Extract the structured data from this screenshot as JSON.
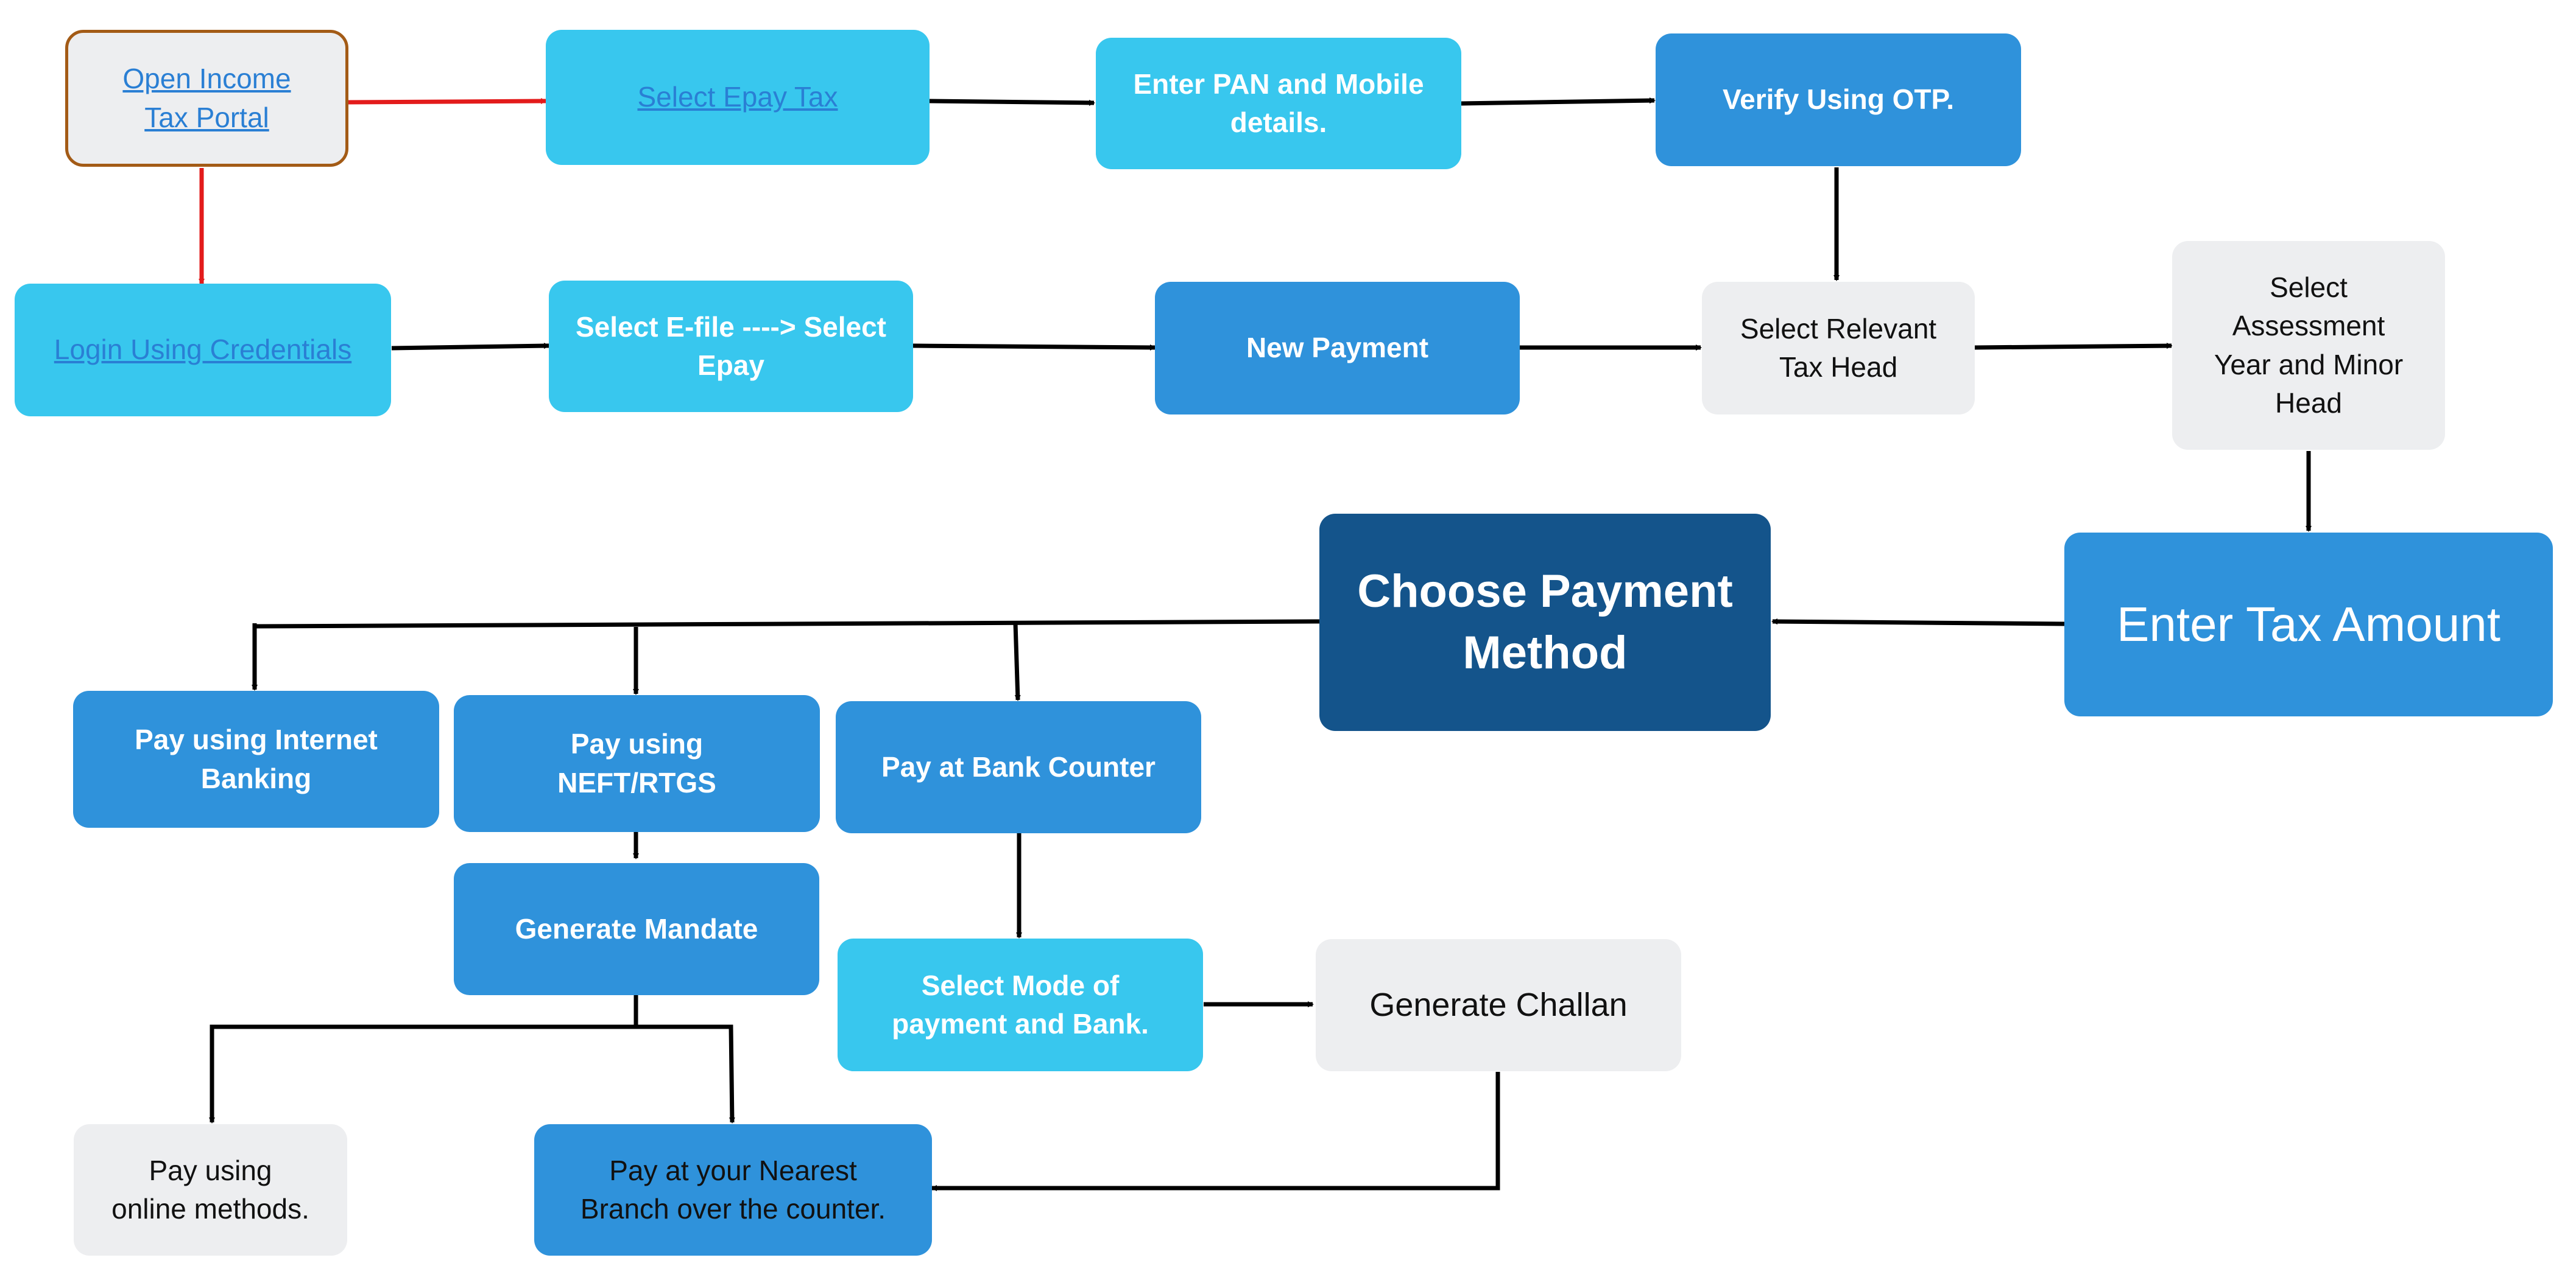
{
  "colors": {
    "cyan": "#38c7ee",
    "blue": "#2f92db",
    "navy": "#14548b",
    "grey": "#edeef0",
    "link": "#2a7fd4",
    "start_border": "#a35b16",
    "red_arrow": "#e31b1b",
    "black_arrow": "#000000"
  },
  "nodes": {
    "open_portal": "Open Income\nTax Portal",
    "select_epay_tax": "Select Epay Tax",
    "enter_pan": "Enter PAN and Mobile\ndetails.",
    "verify_otp": "Verify Using OTP.",
    "login": "Login Using Credentials",
    "select_efile": "Select E-file ----> Select\nEpay",
    "new_payment": "New Payment",
    "relevant_head": "Select  Relevant\nTax Head",
    "assessment_year": "Select\nAssessment\nYear and Minor\nHead",
    "enter_amount": "Enter Tax Amount",
    "choose_method": "Choose Payment\nMethod",
    "internet_banking": "Pay using  Internet\nBanking",
    "neft_rtgs": "Pay using\nNEFT/RTGS",
    "bank_counter": "Pay at Bank Counter",
    "generate_mandate": "Generate Mandate",
    "select_mode": "Select Mode of\npayment and Bank.",
    "generate_challan": "Generate Challan",
    "pay_online": "Pay using\nonline methods.",
    "pay_branch": "Pay at your Nearest\nBranch over the counter."
  }
}
